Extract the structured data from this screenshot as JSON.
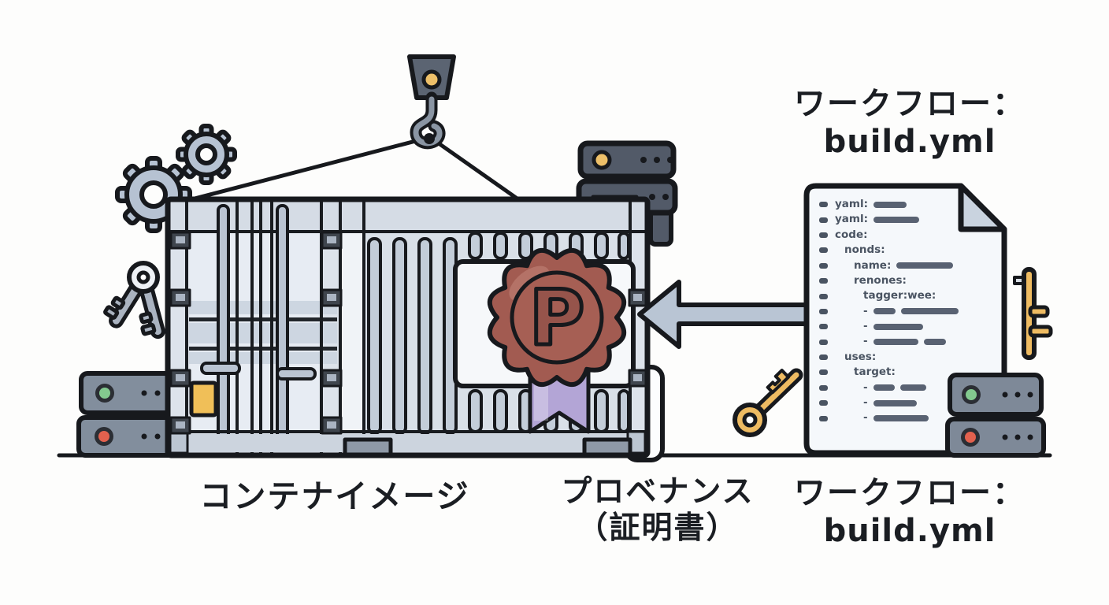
{
  "labels": {
    "workflow_top_line1": "ワークフロー：",
    "workflow_top_line2": "build.yml",
    "container_image": "コンテナイメージ",
    "provenance_line1": "プロベナンス",
    "provenance_line2": "（証明書）",
    "workflow_bottom_line1": "ワークフロー：",
    "workflow_bottom_line2": "build.yml"
  },
  "seal": {
    "letter": "P"
  },
  "document_file": {
    "lines": [
      {
        "indent": 0,
        "text": "yaml:",
        "bars": [
          42
        ]
      },
      {
        "indent": 0,
        "text": "yaml:",
        "bars": [
          58
        ]
      },
      {
        "indent": 0,
        "text": "code:",
        "bars": []
      },
      {
        "indent": 1,
        "text": "nonds:",
        "bars": []
      },
      {
        "indent": 2,
        "text": "name:",
        "bars": [
          72
        ]
      },
      {
        "indent": 2,
        "text": "renones:",
        "bars": []
      },
      {
        "indent": 3,
        "text": "tagger:wee:",
        "bars": []
      },
      {
        "indent": 3,
        "text": "-",
        "bars": [
          28,
          73
        ]
      },
      {
        "indent": 3,
        "text": "-",
        "bars": [
          63
        ]
      },
      {
        "indent": 3,
        "text": "-",
        "bars": [
          57,
          28
        ]
      },
      {
        "indent": 1,
        "text": "uses:",
        "bars": []
      },
      {
        "indent": 2,
        "text": "target:",
        "bars": []
      },
      {
        "indent": 3,
        "text": "-",
        "bars": [
          27,
          33
        ]
      },
      {
        "indent": 3,
        "text": "-",
        "bars": [
          55
        ]
      },
      {
        "indent": 3,
        "text": "-",
        "bars": [
          70
        ]
      }
    ]
  },
  "colors": {
    "outline": "#17191d",
    "container_body": "#dde3eb",
    "container_stile": "#c9d2dd",
    "seal_wax": "#a25b51",
    "ribbon": "#b3a5d6",
    "arrow": "#b9c5d4",
    "gold_key": "#eebb62",
    "led_green": "#83ca8f",
    "led_red": "#e2614e",
    "led_yellow": "#eec069",
    "placard_yellow": "#f0bf58",
    "certificate": "#f6f8fa",
    "document_fill": "#f5f8fb",
    "document_fold": "#c9d3df"
  },
  "icons": [
    "gears-icon",
    "keyring-icon",
    "crane-hook-icon",
    "server-stack-icon",
    "container-icon",
    "wax-seal-icon",
    "certificate-icon",
    "arrow-left-icon",
    "gold-key-icon",
    "yaml-document-icon"
  ]
}
